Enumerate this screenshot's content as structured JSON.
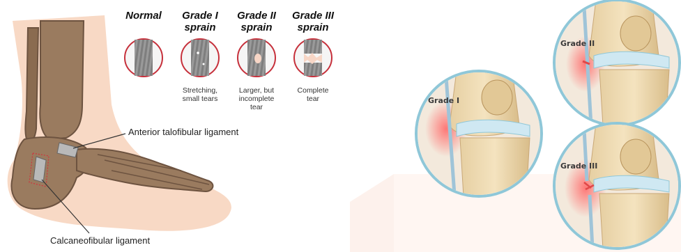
{
  "ankle_panel": {
    "grades": [
      {
        "title_line1": "",
        "title_line2": "Normal",
        "caption": []
      },
      {
        "title_line1": "Grade I",
        "title_line2": "sprain",
        "caption": [
          "Stretching,",
          "small tears"
        ]
      },
      {
        "title_line1": "Grade II",
        "title_line2": "sprain",
        "caption": [
          "Larger, but",
          "incomplete",
          "tear"
        ]
      },
      {
        "title_line1": "Grade III",
        "title_line2": "sprain",
        "caption": [
          "Complete",
          "tear"
        ]
      }
    ],
    "ligament_labels": {
      "anterior": "Anterior talofibular ligament",
      "calcaneo": "Calcaneofibular ligament"
    }
  },
  "knee_panel": {
    "insets": [
      {
        "label": "Grade I"
      },
      {
        "label": "Grade II"
      },
      {
        "label": "Grade III"
      }
    ]
  },
  "colors": {
    "skin": "#f8d9c5",
    "bone": "#9a7b5f",
    "circle_border": "#c6303b",
    "knee_ring": "#8fc7d8",
    "inflammation": "#f07a7a"
  }
}
